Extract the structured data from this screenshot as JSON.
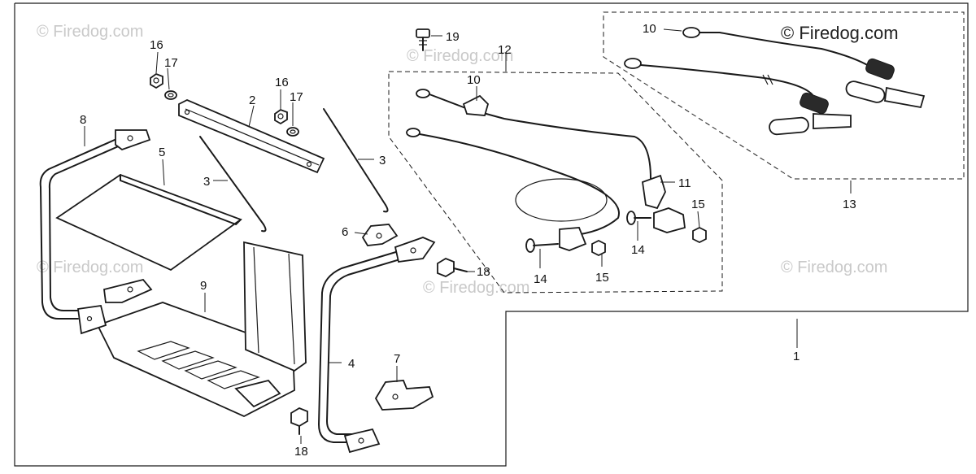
{
  "watermark": "© Firedog.com",
  "callouts": {
    "p1": "1",
    "p2": "2",
    "p3a": "3",
    "p3b": "3",
    "p4": "4",
    "p5": "5",
    "p6": "6",
    "p7": "7",
    "p8": "8",
    "p9": "9",
    "p10a": "10",
    "p10b": "10",
    "p11": "11",
    "p12": "12",
    "p13": "13",
    "p14a": "14",
    "p14b": "14",
    "p15a": "15",
    "p15b": "15",
    "p16a": "16",
    "p16b": "16",
    "p17a": "17",
    "p17b": "17",
    "p18a": "18",
    "p18b": "18",
    "p19": "19"
  }
}
